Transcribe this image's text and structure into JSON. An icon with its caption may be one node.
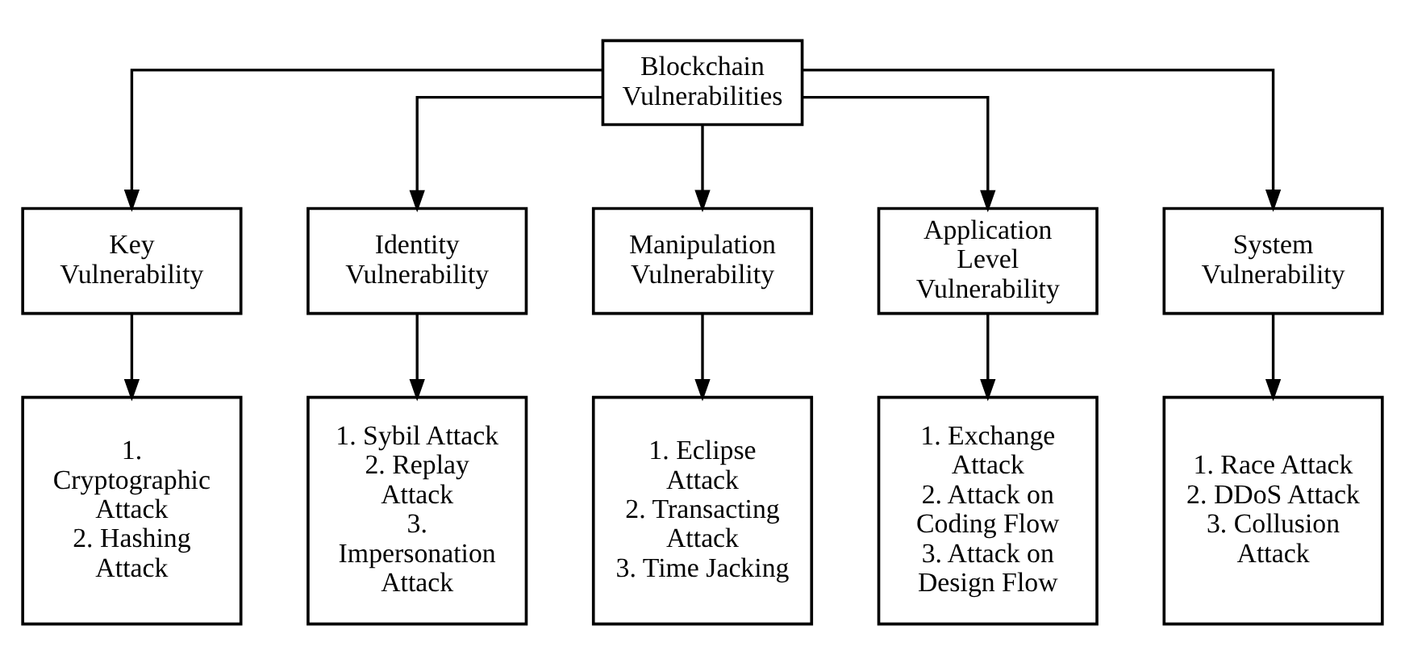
{
  "diagram": {
    "nodes": [
      {
        "text": [
          "Blockchain Vulnerabilities"
        ]
      },
      {
        "text": [
          "Key Vulnerability"
        ]
      },
      {
        "text": [
          "Identity Vulnerability"
        ]
      },
      {
        "text": [
          "Manipulation Vulnerability"
        ]
      },
      {
        "text": [
          "Application Level Vulnerability"
        ]
      },
      {
        "text": [
          "System Vulnerability"
        ]
      },
      {
        "text": [
          "1. Cryptographic Attack",
          "2. Hashing Attack"
        ]
      },
      {
        "text": [
          "1. Sybil Attack",
          "2. Replay Attack",
          "3. Impersonation Attack"
        ]
      },
      {
        "text": [
          "1. Eclipse Attack",
          "2. Transacting Attack",
          "3. Time Jacking"
        ]
      },
      {
        "text": [
          "1. Exchange Attack",
          "2. Attack on Coding Flow",
          "3. Attack on Design Flow"
        ]
      },
      {
        "text": [
          "1. Race Attack",
          "2. DDoS Attack",
          "3. Collusion Attack"
        ]
      }
    ],
    "edges": [
      {
        "from": 0,
        "to": 1,
        "arrow": "to"
      },
      {
        "from": 0,
        "to": 2,
        "arrow": "to"
      },
      {
        "from": 0,
        "to": 3,
        "arrow": "to"
      },
      {
        "from": 0,
        "to": 4,
        "arrow": "to"
      },
      {
        "from": 0,
        "to": 5,
        "arrow": "to"
      },
      {
        "from": 1,
        "to": 6,
        "arrow": "to"
      },
      {
        "from": 2,
        "to": 7,
        "arrow": "to"
      },
      {
        "from": 3,
        "to": 8,
        "arrow": "to"
      },
      {
        "from": 4,
        "to": 9,
        "arrow": "to"
      },
      {
        "from": 5,
        "to": 10,
        "arrow": "to"
      }
    ]
  }
}
